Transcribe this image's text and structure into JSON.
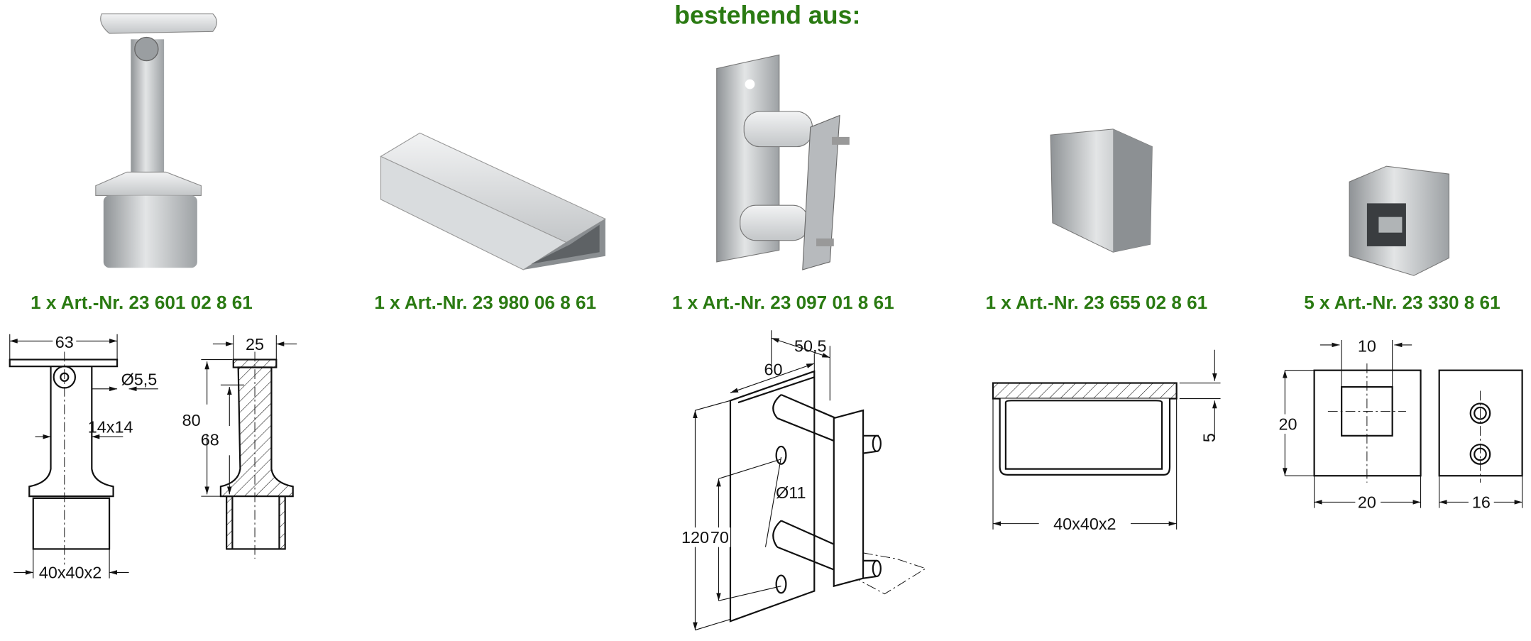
{
  "title": "bestehend aus:",
  "parts": [
    {
      "label": "1 x Art.-Nr. 23 601 02 8 61",
      "icon": "handrail-support-post",
      "dimensions": [
        "63",
        "Ø5,5",
        "14x14",
        "40x40x2",
        "25",
        "80",
        "68"
      ]
    },
    {
      "label": "1 x Art.-Nr. 23 980 06 8 61",
      "icon": "square-tube",
      "dimensions": []
    },
    {
      "label": "1 x Art.-Nr. 23 097 01 8 61",
      "icon": "wall-mount-bracket",
      "dimensions": [
        "50,5",
        "60",
        "Ø11",
        "120",
        "70"
      ]
    },
    {
      "label": "1 x Art.-Nr. 23 655 02 8 61",
      "icon": "end-cap",
      "dimensions": [
        "5",
        "40x40x2"
      ]
    },
    {
      "label": "5 x Art.-Nr. 23 330 8 61",
      "icon": "square-connector",
      "dimensions": [
        "10",
        "20",
        "20",
        "16"
      ]
    }
  ],
  "colors": {
    "accent": "#2a7a12",
    "line": "#111111",
    "metal": "#b9bcbe"
  }
}
